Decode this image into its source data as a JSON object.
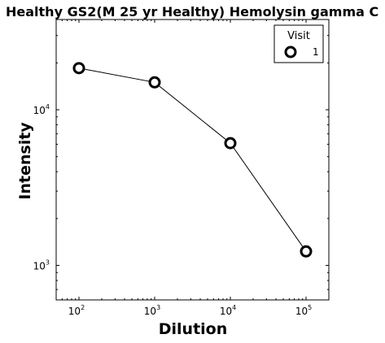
{
  "chart_data": {
    "type": "line",
    "title": "Healthy GS2(M 25 yr Healthy) Hemolysin gamma C",
    "xlabel": "Dilution",
    "ylabel": "Intensity",
    "xscale": "log",
    "yscale": "log",
    "xlim": [
      50,
      200000
    ],
    "ylim": [
      600,
      38000
    ],
    "x_ticks": [
      {
        "value": 100,
        "base": "10",
        "exp": "2"
      },
      {
        "value": 1000,
        "base": "10",
        "exp": "3"
      },
      {
        "value": 10000,
        "base": "10",
        "exp": "4"
      },
      {
        "value": 100000,
        "base": "10",
        "exp": "5"
      }
    ],
    "y_ticks": [
      {
        "value": 1000,
        "base": "10",
        "exp": "3"
      },
      {
        "value": 10000,
        "base": "10",
        "exp": "4"
      }
    ],
    "grid": false,
    "legend": {
      "title": "Visit",
      "placement": "top-right"
    },
    "series": [
      {
        "name": "1",
        "x": [
          100,
          1000,
          10000,
          100000
        ],
        "y": [
          18500,
          15000,
          6100,
          1230
        ],
        "color": "#000000",
        "marker": "hollow-circle"
      }
    ]
  }
}
